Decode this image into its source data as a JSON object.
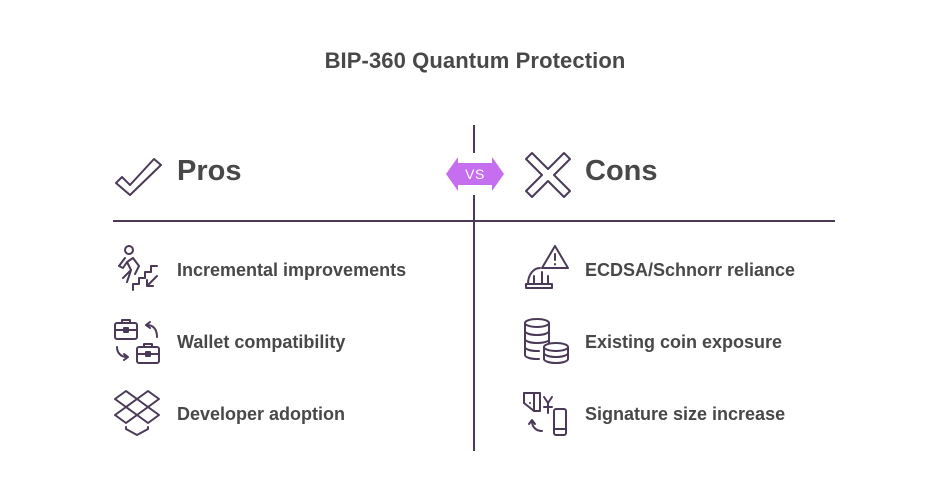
{
  "title": "BIP-360 Quantum Protection",
  "colors": {
    "line": "#4a3a57",
    "vs_badge": "#c66ef0",
    "text": "#484848"
  },
  "vs_badge": {
    "label": "VS",
    "icon": "double-arrow-badge"
  },
  "pros": {
    "heading": "Pros",
    "icon": "checkmark-icon",
    "items": [
      {
        "label": "Incremental improvements",
        "icon": "person-climbing-stairs-icon"
      },
      {
        "label": "Wallet compatibility",
        "icon": "briefcase-exchange-icon"
      },
      {
        "label": "Developer adoption",
        "icon": "dropbox-boxes-icon"
      }
    ]
  },
  "cons": {
    "heading": "Cons",
    "icon": "x-mark-icon",
    "items": [
      {
        "label": "ECDSA/Schnorr reliance",
        "icon": "warning-hardhat-icon"
      },
      {
        "label": "Existing coin exposure",
        "icon": "coin-stacks-icon"
      },
      {
        "label": "Signature size increase",
        "icon": "wallet-phone-transfer-icon"
      }
    ]
  }
}
